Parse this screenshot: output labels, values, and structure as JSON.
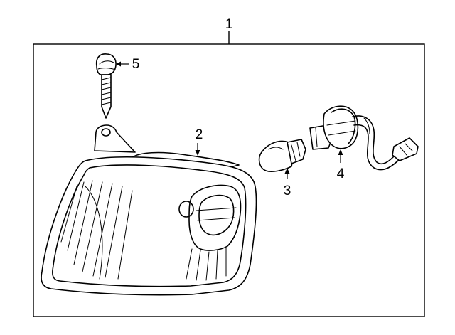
{
  "diagram": {
    "title_callout": "1",
    "callouts": [
      {
        "id": "2",
        "label": "2"
      },
      {
        "id": "3",
        "label": "3"
      },
      {
        "id": "4",
        "label": "4"
      },
      {
        "id": "5",
        "label": "5"
      }
    ],
    "line_color": "#000000",
    "background": "#ffffff"
  }
}
